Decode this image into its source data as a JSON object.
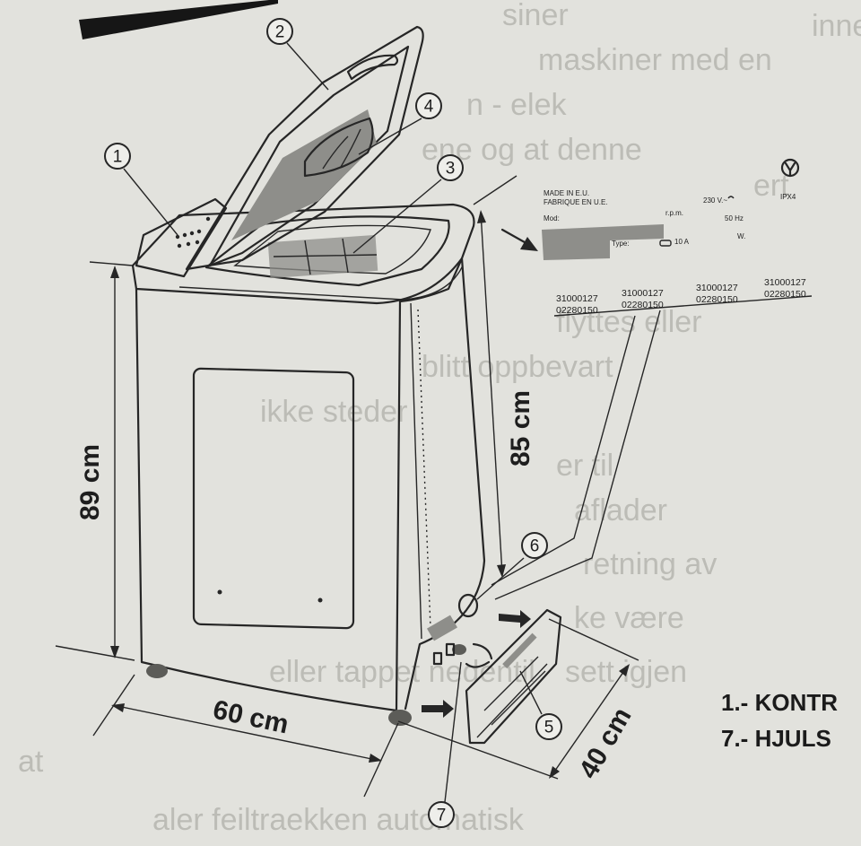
{
  "callouts": [
    {
      "id": "1",
      "label": "1"
    },
    {
      "id": "2",
      "label": "2"
    },
    {
      "id": "3",
      "label": "3"
    },
    {
      "id": "4",
      "label": "4"
    },
    {
      "id": "5",
      "label": "5"
    },
    {
      "id": "6",
      "label": "6"
    },
    {
      "id": "7",
      "label": "7"
    }
  ],
  "dimensions": {
    "height_total": "89 cm",
    "height_body": "85 cm",
    "width": "60 cm",
    "depth": "40 cm"
  },
  "rating_plate": {
    "made_in": "MADE IN E.U.",
    "fabrique": "FABRIQUE EN U.E.",
    "voltage": "230 V.~",
    "rating": "IPX4",
    "mod": "Mod:",
    "rpm": "r.p.m.",
    "frequency": "50 Hz",
    "type": "Type:",
    "current": "10 A",
    "watts": "W.",
    "codes": [
      {
        "top": "31000127",
        "bottom": "02280150"
      },
      {
        "top": "31000127",
        "bottom": "02280150"
      },
      {
        "top": "31000127",
        "bottom": "02280150"
      },
      {
        "top": "31000127",
        "bottom": "02280150"
      }
    ]
  },
  "legend": {
    "line1": "1.- KONTR",
    "line2": "7.- HJULS"
  },
  "background_text": [
    "inne",
    "siner",
    "maskiner med en",
    "n - elek",
    "ene og at denne",
    "ert",
    "flyttes eller",
    "blitt oppbevart",
    "ikke steder",
    "er til",
    "aflader",
    "retning av",
    "ke være",
    "eller tappet nedentil",
    "sett igjen",
    "at",
    "aler feiltraekken automatisk"
  ],
  "colors": {
    "paper": "#e2e2dd",
    "ink": "#262626",
    "shading": "#8e8e8a"
  }
}
